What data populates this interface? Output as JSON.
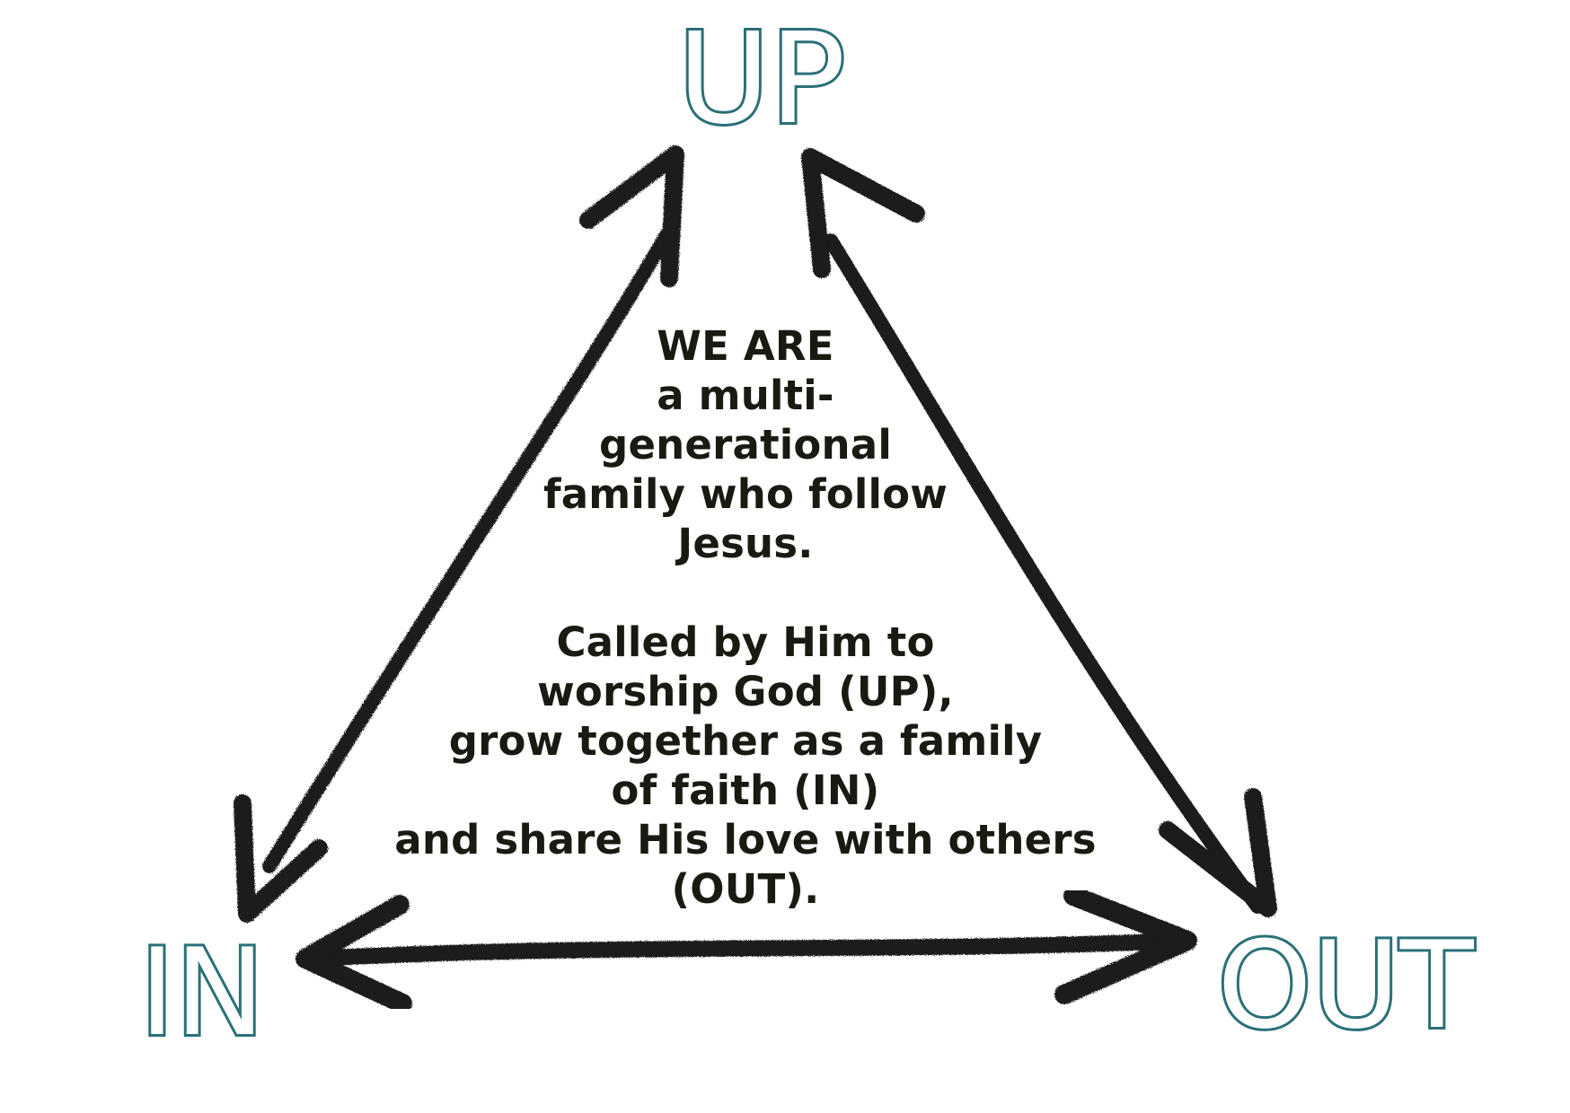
{
  "labels": {
    "up": "UP",
    "in": "IN",
    "out": "OUT"
  },
  "statement": {
    "heading": "WE ARE",
    "intro_lines": [
      "a multi-",
      "generational",
      "family who follow",
      "Jesus."
    ],
    "calling_lines": [
      "Called by Him to",
      "worship God (UP),",
      "grow together as a family",
      "of faith (IN)",
      "and share His love with others",
      "(OUT)."
    ]
  },
  "colors": {
    "label_outline": "#2a7078",
    "arrow": "#1a1a1a",
    "text": "#1a1a12",
    "background": "#ffffff"
  },
  "arrows": [
    {
      "from": "UP",
      "to": "IN",
      "type": "double-headed",
      "icon": "hand-drawn-arrow"
    },
    {
      "from": "UP",
      "to": "OUT",
      "type": "double-headed",
      "icon": "hand-drawn-arrow"
    },
    {
      "from": "IN",
      "to": "OUT",
      "type": "double-headed",
      "icon": "hand-drawn-arrow"
    }
  ]
}
